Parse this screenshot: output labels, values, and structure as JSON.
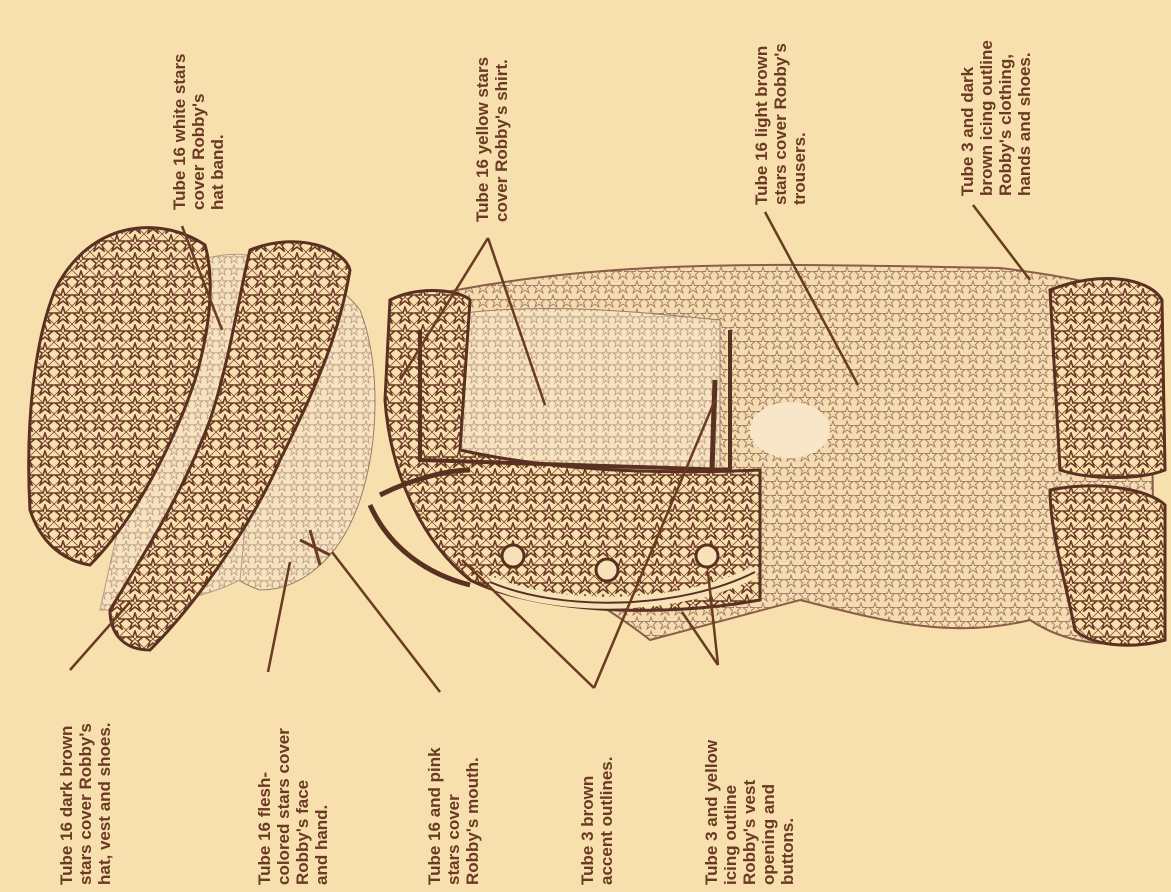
{
  "colors": {
    "background": "#f7dfae",
    "dark_brown": "#6b3a26",
    "light_brown": "#9c6e55",
    "outline_brown": "#5a3020",
    "text": "#6a3a22"
  },
  "labels": {
    "white_stars": "Tube 16 white stars\ncover Robby's\nhat band.",
    "yellow_stars": "Tube 16 yellow stars\ncover Robby's shirt.",
    "light_brown_stars": "Tube 16 light brown\nstars cover Robby's\ntrousers.",
    "dark_icing": "Tube 3 and dark\nbrown icing outline\nRobby's clothing,\nhands and shoes.",
    "dark_brown_stars": "Tube 16 dark brown\nstars cover Robby's\nhat, vest and shoes.",
    "flesh_stars": "Tube 16 flesh-\ncolored stars cover\nRobby's face\nand hand.",
    "pink_stars": "Tube 16 and pink\nstars cover\nRobby's mouth.",
    "brown_accent": "Tube 3 brown\naccent outlines.",
    "yellow_icing": "Tube 3 and yellow\nicing outline\nRobby's vest\nopening and\nbuttons."
  }
}
